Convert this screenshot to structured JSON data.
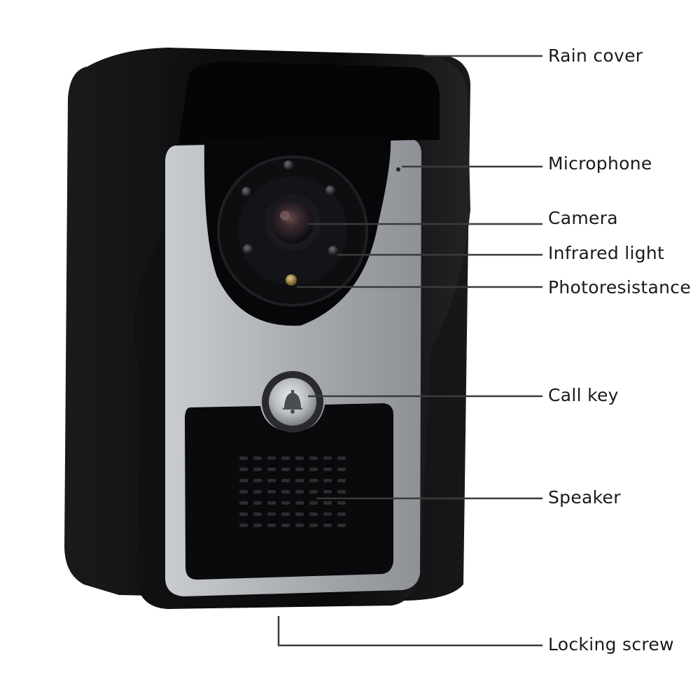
{
  "labels": {
    "rain_cover": "Rain cover",
    "microphone": "Microphone",
    "camera": "Camera",
    "infrared_light": "Infrared light",
    "photoresistance": "Photoresistance",
    "call_key": "Call key",
    "speaker": "Speaker",
    "locking_screw": "Locking screw"
  },
  "colors": {
    "housing": "#0d0d0f",
    "panel": "#a9adb2",
    "leader_line": "#3a3a3a",
    "label_text": "#1a1a1a"
  }
}
